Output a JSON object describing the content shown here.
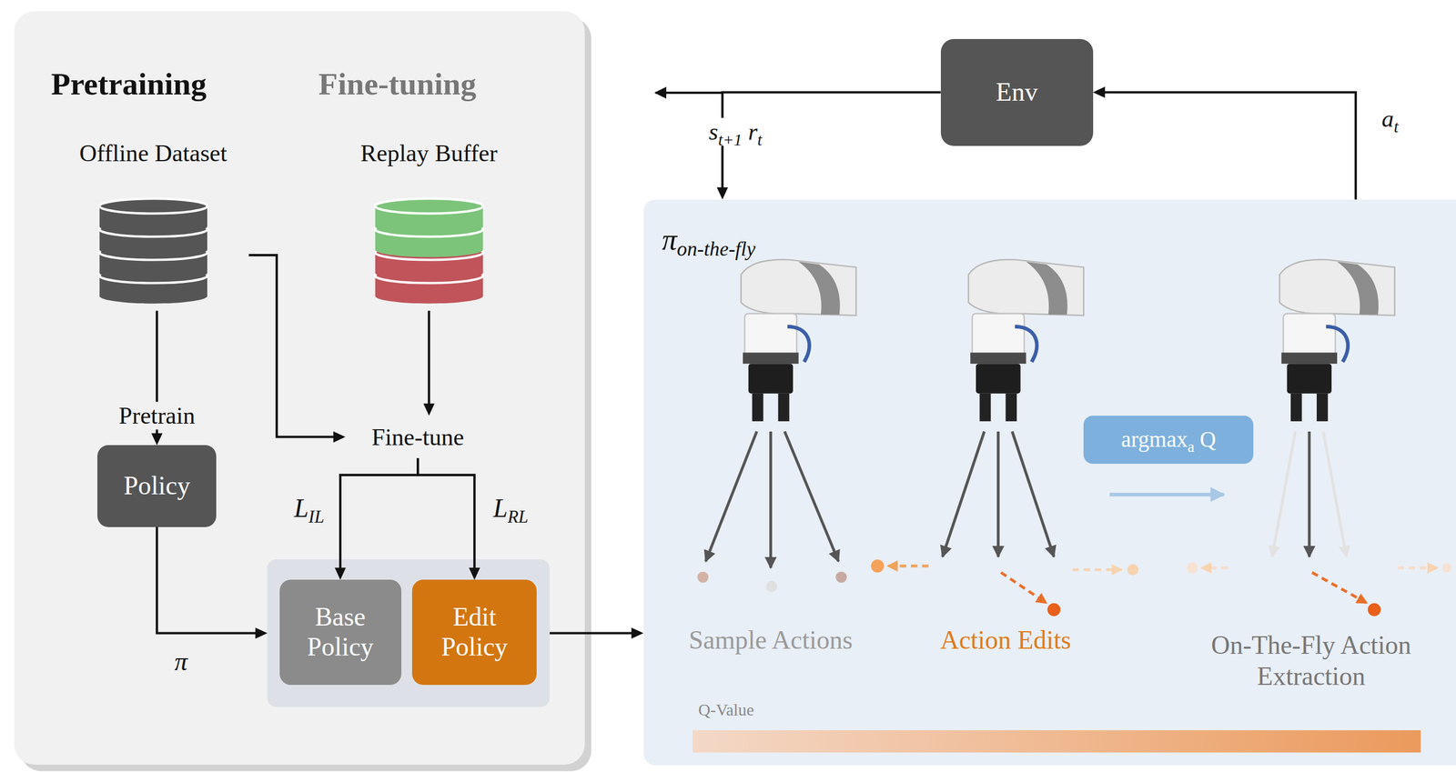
{
  "diagram": {
    "nodes": [
      {
        "text": [
          "Pretraining",
          "Fine-tuning"
        ]
      },
      {
        "text": [
          "Offline Dataset"
        ],
        "in": 0
      },
      {
        "text": [
          "Replay Buffer"
        ],
        "in": 0
      },
      {
        "text": [
          "Policy"
        ],
        "in": 0
      },
      {
        "text": [
          "Fine-tune"
        ],
        "in": 0
      },
      {
        "text": [],
        "in": 0
      },
      {
        "text": [
          "Base Policy"
        ],
        "in": 5
      },
      {
        "text": [
          "Edit Policy"
        ],
        "in": 5
      },
      {
        "text": [
          "Env"
        ]
      },
      {
        "text": [
          "πon-the-fly"
        ]
      },
      {
        "text": [
          "argmaxa Q"
        ],
        "in": 9
      }
    ],
    "edges": [
      {
        "from": 1,
        "to": 3,
        "arrow": "to",
        "label": "Pretrain"
      },
      {
        "from": 1,
        "to": 4,
        "arrow": "to"
      },
      {
        "from": 2,
        "to": 4,
        "arrow": "to"
      },
      {
        "from": 4,
        "to": 6,
        "arrow": "to",
        "label": "LIL"
      },
      {
        "from": 4,
        "to": 7,
        "arrow": "to",
        "label": "LRL"
      },
      {
        "from": 3,
        "to": 5,
        "arrow": "to",
        "label": "π"
      },
      {
        "from": 5,
        "to": 9,
        "arrow": "to"
      },
      {
        "from": 8,
        "to": 9,
        "arrow": "to",
        "label": "st+1 rt"
      },
      {
        "from": 9,
        "to": 8,
        "arrow": "to",
        "label": "at"
      }
    ],
    "labels": [
      "Sample Actions",
      "Action Edits",
      "On-The-Fly Action Extraction",
      "Q-Value"
    ]
  }
}
